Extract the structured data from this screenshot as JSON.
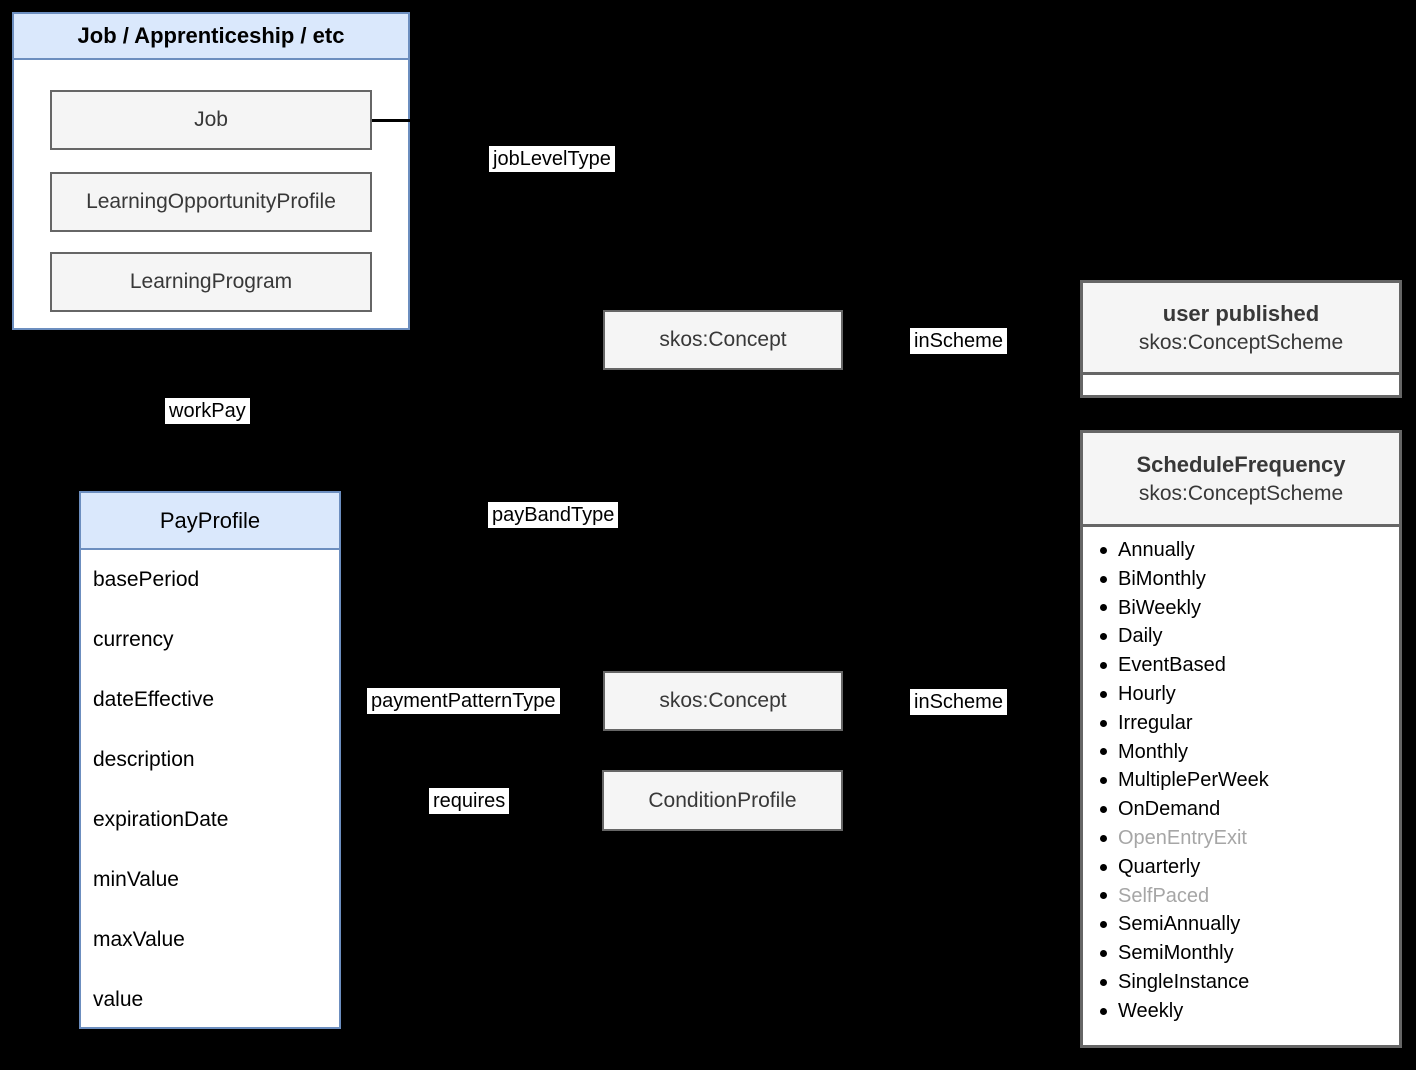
{
  "colors": {
    "background": "#000000",
    "blue_fill": "#dae8fc",
    "blue_stroke": "#6c8ebf",
    "gray_fill": "#f5f5f5",
    "gray_stroke": "#666666",
    "entity_text": "#383838",
    "muted_text": "#a6a6a6"
  },
  "job_container": {
    "title": "Job / Apprenticeship / etc",
    "items": [
      "Job",
      "LearningOpportunityProfile",
      "LearningProgram"
    ]
  },
  "edge_labels": {
    "job_level_type": "jobLevelType",
    "work_pay": "workPay",
    "pay_band_type": "payBandType",
    "payment_pattern_type": "paymentPatternType",
    "requires": "requires",
    "in_scheme_top": "inScheme",
    "in_scheme_bottom": "inScheme"
  },
  "concept_top": {
    "label": "skos:Concept"
  },
  "concept_bottom": {
    "label": "skos:Concept"
  },
  "condition_profile": {
    "label": "ConditionProfile"
  },
  "pay_profile": {
    "title": "PayProfile",
    "attributes": [
      "basePeriod",
      "currency",
      "dateEffective",
      "description",
      "expirationDate",
      "minValue",
      "maxValue",
      "value"
    ]
  },
  "user_published_scheme": {
    "title": "user published",
    "subtitle": "skos:ConceptScheme"
  },
  "schedule_frequency_scheme": {
    "title": "ScheduleFrequency",
    "subtitle": "skos:ConceptScheme",
    "items": [
      {
        "label": "Annually",
        "muted": false
      },
      {
        "label": "BiMonthly",
        "muted": false
      },
      {
        "label": "BiWeekly",
        "muted": false
      },
      {
        "label": "Daily",
        "muted": false
      },
      {
        "label": "EventBased",
        "muted": false
      },
      {
        "label": "Hourly",
        "muted": false
      },
      {
        "label": "Irregular",
        "muted": false
      },
      {
        "label": "Monthly",
        "muted": false
      },
      {
        "label": "MultiplePerWeek",
        "muted": false
      },
      {
        "label": "OnDemand",
        "muted": false
      },
      {
        "label": "OpenEntryExit",
        "muted": true
      },
      {
        "label": "Quarterly",
        "muted": false
      },
      {
        "label": "SelfPaced",
        "muted": true
      },
      {
        "label": "SemiAnnually",
        "muted": false
      },
      {
        "label": "SemiMonthly",
        "muted": false
      },
      {
        "label": "SingleInstance",
        "muted": false
      },
      {
        "label": "Weekly",
        "muted": false
      }
    ]
  }
}
